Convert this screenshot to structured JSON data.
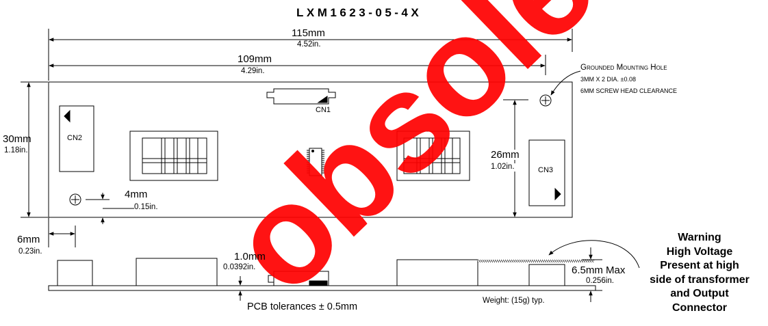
{
  "title": "LXM1623-05-4X",
  "dimensions": {
    "overall_length_mm": "115mm",
    "overall_length_in": "4.52in.",
    "hole_spacing_mm": "109mm",
    "hole_spacing_in": "4.29in.",
    "board_height_mm": "30mm",
    "board_height_in": "1.18in.",
    "hole_y_offset_mm": "4mm",
    "hole_y_offset_in": "0.15in.",
    "hole_x_offset_mm": "6mm",
    "hole_x_offset_in": "0.23in.",
    "connector_span_mm": "26mm",
    "connector_span_in": "1.02in.",
    "pcb_thickness_mm": "1.0mm",
    "pcb_thickness_in": "0.0392in.",
    "max_height_mm": "6.5mm Max",
    "max_height_in": "0.256in."
  },
  "connectors": {
    "cn1": "CN1",
    "cn2": "CN2",
    "cn3": "CN3"
  },
  "mounting_hole_note": {
    "line1": "Grounded Mounting Hole",
    "line2": "3mm x 2 DIA. ±0.08",
    "line3": "6mm screw head clearance"
  },
  "notes": {
    "pcb_tolerance": "PCB tolerances ± 0.5mm",
    "weight": "Weight:  (15g) typ."
  },
  "warning": {
    "lines": [
      "Warning",
      "High Voltage",
      "Present at high",
      "side of transformer",
      "and Output",
      "Connector"
    ]
  },
  "watermark": {
    "text": "obsolete",
    "color": "#ff0000"
  }
}
